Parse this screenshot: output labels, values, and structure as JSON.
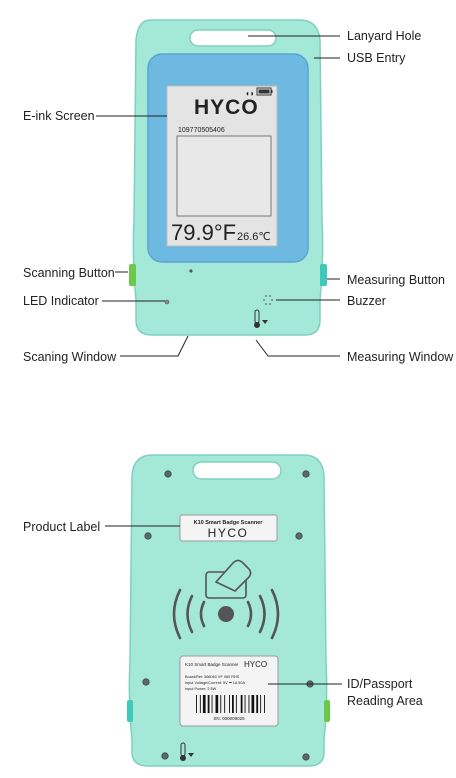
{
  "colors": {
    "device_body": "#a4e8d8",
    "device_edge": "#7fd1bf",
    "screen_frame": "#6db9e2",
    "eink_bg": "#e4e4e4",
    "green_button": "#6cc84a",
    "teal_button": "#3fc9b8"
  },
  "front": {
    "screen": {
      "brand": "HYCO",
      "id_number": "109770505406",
      "temp_main": "79.9°F",
      "temp_small": "26.6℃"
    },
    "labels": {
      "lanyard_hole": "Lanyard Hole",
      "usb_entry": "USB Entry",
      "eink_screen": "E-ink Screen",
      "scanning_button": "Scanning Button",
      "measuring_button": "Measuring Button",
      "led_indicator": "LED Indicator",
      "buzzer": "Buzzer",
      "scaning_window": "Scaning Window",
      "measuring_window": "Measuring Window"
    }
  },
  "back": {
    "product_label": {
      "title": "K10 Smart Badge Scanner",
      "brand": "HYCO"
    },
    "reading_label": {
      "title": "K10 Smart Badge Scanner",
      "brand": "HYCO",
      "line1": "Board/Ref: 566060 VF 060 RHS",
      "line2": "Input Voltage/Current: 5V ⎓ 1A 50A",
      "line3": "Input Power: 2.5W",
      "serial": "SN: 000009025"
    },
    "labels": {
      "product_label": "Product Label",
      "id_reading_line1": "ID/Passport",
      "id_reading_line2": "Reading Area"
    }
  }
}
